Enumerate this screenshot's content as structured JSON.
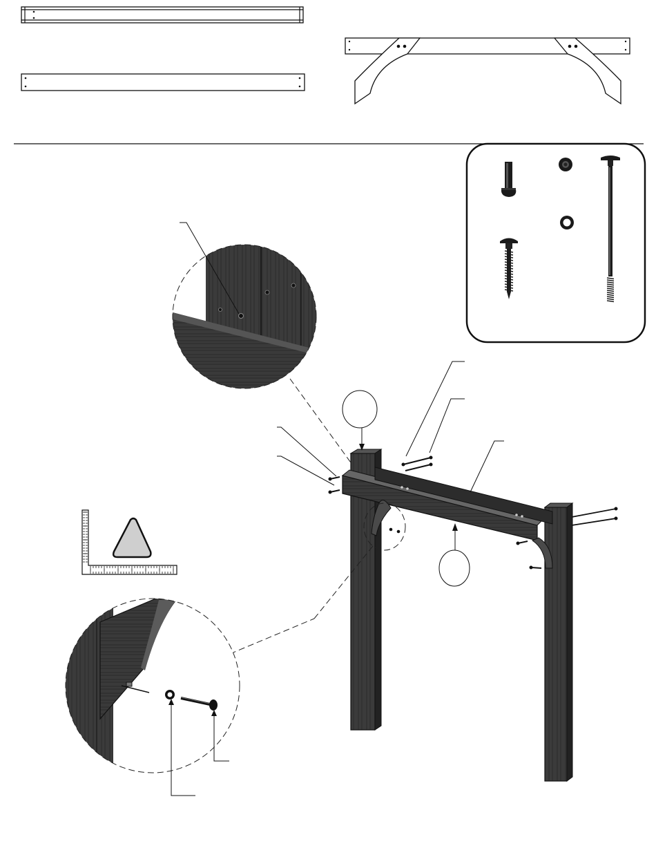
{
  "page": {
    "background": "#ffffff",
    "ink": "#111111",
    "wood_color": "#3a3a3a",
    "warning_fill": "#cfcfcf"
  },
  "top_section": {
    "items": [
      {
        "name": "board-top-left",
        "icon": "plain-board"
      },
      {
        "name": "board-middle-left",
        "icon": "plain-board"
      },
      {
        "name": "arched-beam-assembly",
        "icon": "arched-beam"
      }
    ]
  },
  "hardware_panel": {
    "items": [
      {
        "name": "barrel-nut",
        "icon": "barrel-nut-icon"
      },
      {
        "name": "lock-nut",
        "icon": "lock-nut-icon"
      },
      {
        "name": "long-bolt",
        "icon": "long-bolt-icon"
      },
      {
        "name": "flat-washer",
        "icon": "washer-icon"
      },
      {
        "name": "lag-screw",
        "icon": "lag-screw-icon"
      }
    ]
  },
  "main_illustration": {
    "parts": [
      "left-post",
      "right-post",
      "cross-beam",
      "brace-left",
      "brace-right"
    ],
    "callout_bubbles": [
      "callout-bubble-top",
      "callout-bubble-bottom"
    ],
    "detail_views": [
      "detail-circle-top",
      "detail-circle-bottom"
    ],
    "warning_icon": "warning-triangle-icon",
    "square_ruler_icon": "carpenter-square-icon"
  }
}
